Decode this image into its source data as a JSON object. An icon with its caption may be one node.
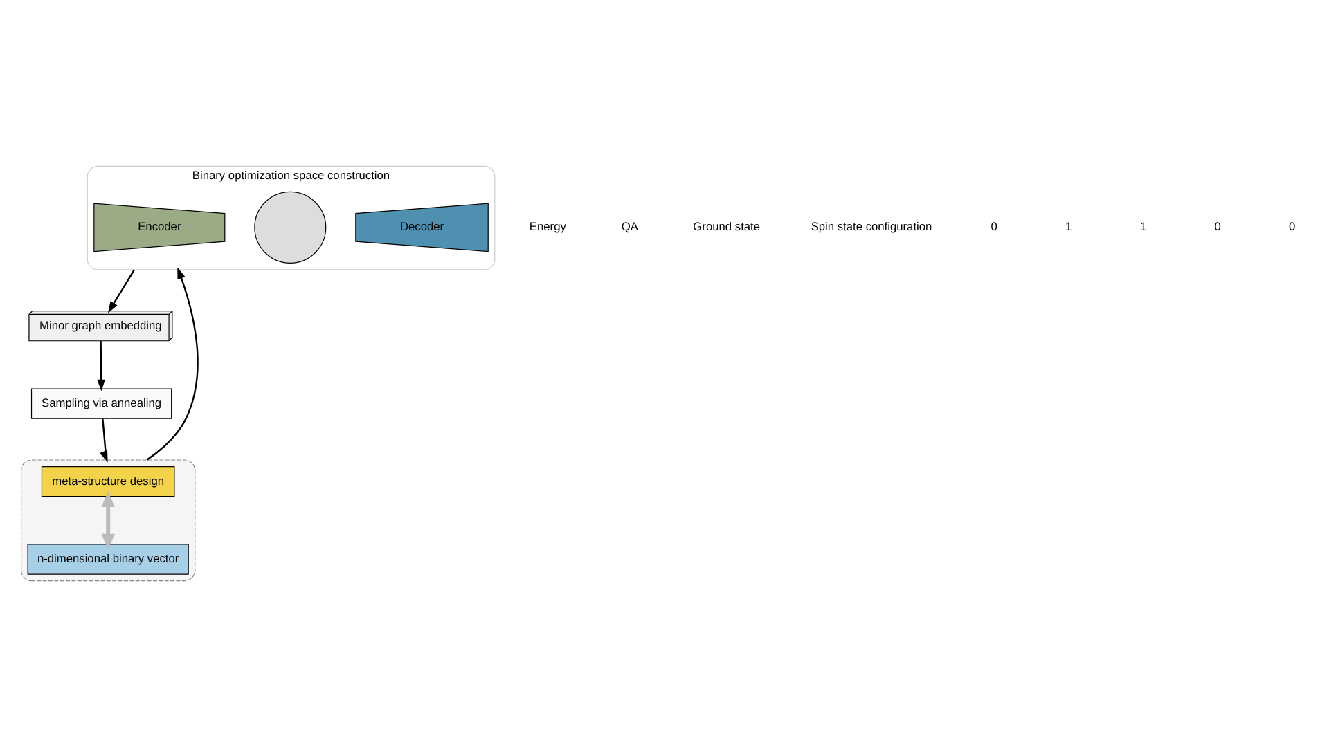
{
  "diagram": {
    "nodes": [
      {
        "text": [
          "Binary optimization space construction"
        ]
      },
      {
        "text": [
          "Encoder"
        ],
        "in": 0
      },
      {
        "text": [],
        "shape": "circle",
        "in": 0
      },
      {
        "text": [
          "Decoder"
        ],
        "in": 0
      },
      {
        "text": [
          "Minor graph embedding"
        ]
      },
      {
        "text": [
          "Sampling via annealing"
        ]
      },
      {
        "text": [],
        "shape": "box"
      },
      {
        "text": [
          "meta-structure design"
        ],
        "in": 6
      },
      {
        "text": [
          "n-dimensional binary vector"
        ],
        "in": 6
      }
    ],
    "edges": [
      {
        "from": 0,
        "to": 4,
        "arrow": "to"
      },
      {
        "from": 4,
        "to": 5,
        "arrow": "to"
      },
      {
        "from": 5,
        "to": 6,
        "arrow": "to"
      },
      {
        "from": 6,
        "to": 0,
        "arrow": "to"
      },
      {
        "from": 7,
        "to": 8,
        "arrow": "both",
        "style": "thick",
        "color": "#bbbbbb"
      }
    ],
    "labels": [
      "Energy",
      "QA",
      "Ground state",
      "Spin state configuration",
      "0",
      "1",
      "1",
      "0",
      "0"
    ]
  }
}
